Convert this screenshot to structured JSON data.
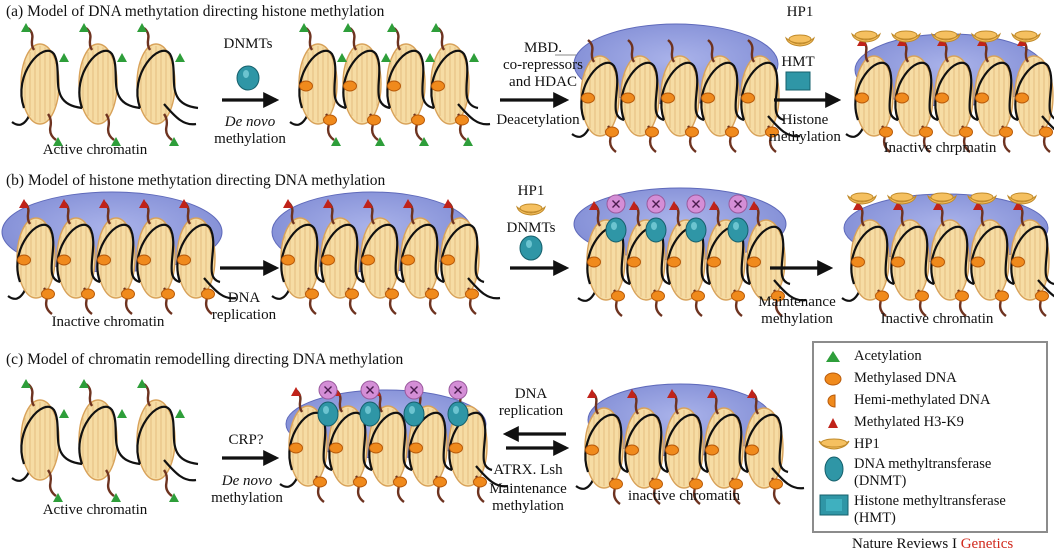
{
  "panel_a": {
    "title": "(a) Model of DNA methytation directing histone methylation",
    "left_label": "Active chromatin",
    "enzyme_1": "DNMTs",
    "step_1_line1": "De novo",
    "step_1_line2": "methylation",
    "mbd_line1": "MBD.",
    "mbd_line2": "co-repressors",
    "mbd_line3": "and HDAC",
    "step_2": "Deacetylation",
    "hp1": "HP1",
    "hmt": "HMT",
    "step_3_line1": "Histone",
    "step_3_line2": "methylation",
    "right_label": "Inactive chrpmatin"
  },
  "panel_b": {
    "title": "(b) Model of histone methytation directing DNA methylation",
    "left_label": "Inactive chromatin",
    "step_1_line1": "DNA",
    "step_1_line2": "replication",
    "hp1": "HP1",
    "enzyme": "DNMTs",
    "step_2_line1": "Maintenance",
    "step_2_line2": "methylation",
    "right_label": "Inactive chromatin"
  },
  "panel_c": {
    "title": "(c) Model of chromatin remodelling directing DNA methylation",
    "left_label": "Active chromatin",
    "crp": "CRP?",
    "step_1_line1": "De novo",
    "step_1_line2": "methylation",
    "dna_rep_line1": "DNA",
    "dna_rep_line2": "replication",
    "atrx": "ATRX. Lsh",
    "maint_line1": "Maintenance",
    "maint_line2": "methylation",
    "right_label": "inactive chromatin"
  },
  "legend": {
    "items": [
      {
        "label": "Acetylation",
        "icon": "green-triangle-icon"
      },
      {
        "label": "Methylased DNA",
        "icon": "orange-oval-icon"
      },
      {
        "label": "Hemi-methylated DNA",
        "icon": "half-oval-icon"
      },
      {
        "label": "Methylated H3-K9",
        "icon": "red-triangle-icon"
      },
      {
        "label": "HP1",
        "icon": "hp1-crescent-icon"
      },
      {
        "label": "DNA methyltransferase",
        "label2": "(DNMT)",
        "icon": "teal-oval-icon"
      },
      {
        "label": "Histone methyltransferase",
        "label2": "(HMT)",
        "icon": "teal-square-icon"
      }
    ]
  },
  "credit": {
    "text": "Nature Reviews I ",
    "highlight": "Genetics"
  },
  "colors": {
    "nucleosome": "#f6dca4",
    "nucleosome_stroke": "#d8a25a",
    "methyl": "#f08a1c",
    "acetyl": "#2e9e3a",
    "h3k9": "#c0231a",
    "hp1": "#f5c060",
    "dnmt": "#2f96a6",
    "cloud": "#7f8bd4",
    "xmark": "#d48ed6",
    "tail": "#6e3320",
    "credit_red": "#d12a1e"
  }
}
